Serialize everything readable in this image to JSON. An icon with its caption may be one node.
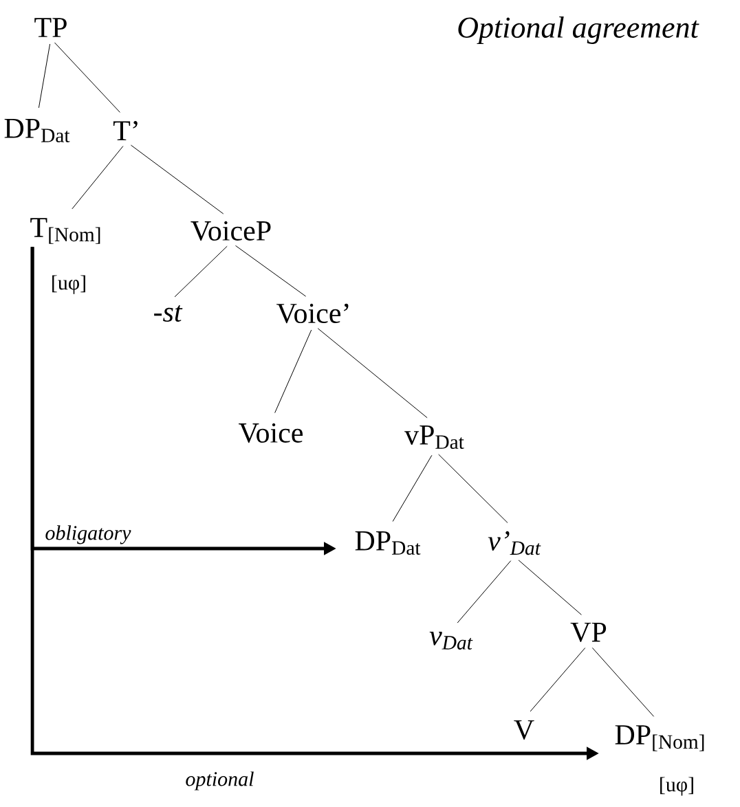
{
  "diagram": {
    "title": "Optional agreement",
    "nodes": [
      {
        "text": [
          "TP"
        ]
      },
      {
        "text": [
          "DP$_{Dat}$"
        ]
      },
      {
        "text": [
          "T’"
        ]
      },
      {
        "text": [
          "T$_{[Nom]}$"
        ],
        "beside": [
          "[uφ]"
        ]
      },
      {
        "text": [
          "VoiceP"
        ]
      },
      {
        "text": [
          "-*st*"
        ]
      },
      {
        "text": [
          "Voice’"
        ]
      },
      {
        "text": [
          "Voice"
        ]
      },
      {
        "text": [
          "vP$_{Dat}$"
        ]
      },
      {
        "text": [
          "DP$_{Dat}$"
        ]
      },
      {
        "text": [
          "v’$_{Dat}$"
        ]
      },
      {
        "text": [
          "v$_{Dat}$"
        ]
      },
      {
        "text": [
          "VP"
        ]
      },
      {
        "text": [
          "V"
        ]
      },
      {
        "text": [
          "DP$_{[Nom]}$"
        ],
        "beside": [
          "[uφ]"
        ]
      }
    ],
    "edges": [
      {
        "from": 0,
        "to": 1,
        "arrow": "none"
      },
      {
        "from": 0,
        "to": 2,
        "arrow": "none"
      },
      {
        "from": 2,
        "to": 3,
        "arrow": "none"
      },
      {
        "from": 2,
        "to": 4,
        "arrow": "none"
      },
      {
        "from": 4,
        "to": 5,
        "arrow": "none"
      },
      {
        "from": 4,
        "to": 6,
        "arrow": "none"
      },
      {
        "from": 6,
        "to": 7,
        "arrow": "none"
      },
      {
        "from": 6,
        "to": 8,
        "arrow": "none"
      },
      {
        "from": 8,
        "to": 9,
        "arrow": "none"
      },
      {
        "from": 8,
        "to": 10,
        "arrow": "none"
      },
      {
        "from": 10,
        "to": 11,
        "arrow": "none"
      },
      {
        "from": 10,
        "to": 12,
        "arrow": "none"
      },
      {
        "from": 12,
        "to": 13,
        "arrow": "none"
      },
      {
        "from": 12,
        "to": 14,
        "arrow": "none"
      },
      {
        "from": 3,
        "to": 9,
        "arrow": "to",
        "label": "obligatory",
        "style": "thick"
      },
      {
        "from": 3,
        "to": 14,
        "arrow": "to",
        "label": "optional",
        "style": "thick"
      }
    ]
  }
}
